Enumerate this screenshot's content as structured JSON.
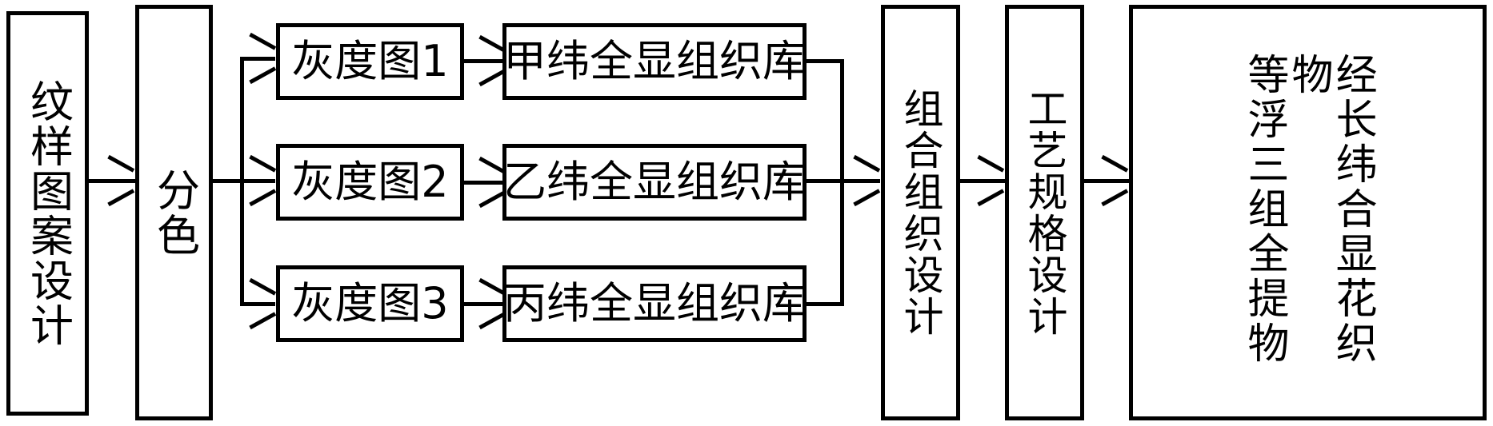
{
  "diagram": {
    "type": "flowchart",
    "orientation": "left-to-right",
    "line_color": "#000000",
    "background": "#ffffff",
    "nodes": {
      "pattern_design": "纹样图案设计",
      "color_separation": "分色",
      "gray1": "灰度图1",
      "gray2": "灰度图2",
      "gray3": "灰度图3",
      "weave_lib_jia": "甲纬全显组织库",
      "weave_lib_yi": "乙纬全显组织库",
      "weave_lib_bing": "丙纬全显组织库",
      "combined_weave_design": "组合组织设计",
      "process_spec_design": "工艺规格设计",
      "final_fabric_col_right": "经长纬合显花织物",
      "final_fabric_col_left": "等浮三组全提物",
      "final_fabric_full": "等长浮经三纬组合全显提花织物"
    },
    "edges": [
      {
        "from": "纹样图案设计",
        "to": "分色"
      },
      {
        "from": "分色",
        "to": "灰度图1"
      },
      {
        "from": "分色",
        "to": "灰度图2"
      },
      {
        "from": "分色",
        "to": "灰度图3"
      },
      {
        "from": "灰度图1",
        "to": "甲纬全显组织库"
      },
      {
        "from": "灰度图2",
        "to": "乙纬全显组织库"
      },
      {
        "from": "灰度图3",
        "to": "丙纬全显组织库"
      },
      {
        "from": "甲纬全显组织库",
        "to": "组合组织设计"
      },
      {
        "from": "乙纬全显组织库",
        "to": "组合组织设计"
      },
      {
        "from": "丙纬全显组织库",
        "to": "组合组织设计"
      },
      {
        "from": "组合组织设计",
        "to": "工艺规格设计"
      },
      {
        "from": "工艺规格设计",
        "to": "等长浮经三纬组合全显提花织物"
      }
    ]
  }
}
